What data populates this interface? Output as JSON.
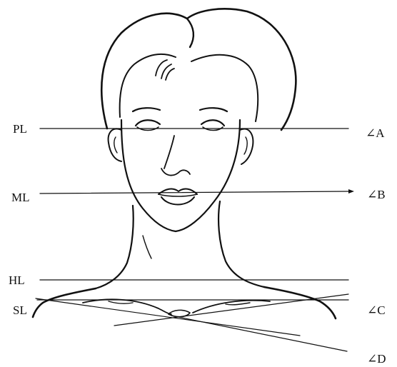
{
  "labels": {
    "left": [
      "PL",
      "ML",
      "HL",
      "SL"
    ],
    "right": [
      "∠A",
      "∠B",
      "∠C",
      "∠D"
    ]
  },
  "colors": {
    "ink": "#111111",
    "background": "#ffffff"
  }
}
